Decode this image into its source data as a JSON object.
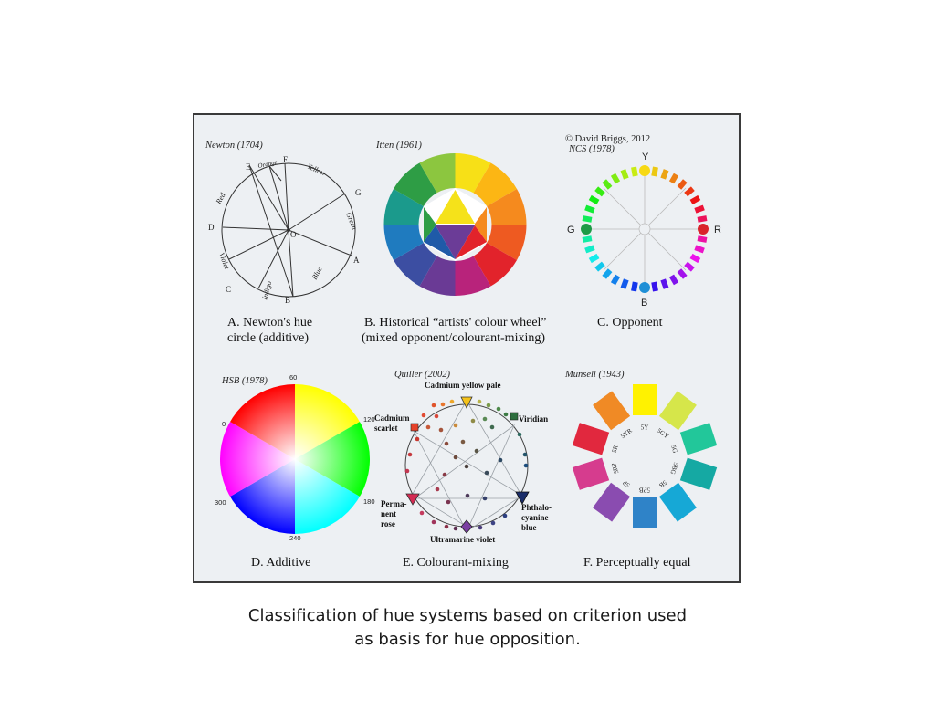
{
  "copyright": "© David Briggs, 2012",
  "panels": {
    "a": {
      "source": "Newton (1704)",
      "caption_line1": "A. Newton's hue",
      "caption_line2": "circle (additive)",
      "labels": {
        "D": "D",
        "E": "E",
        "F": "F",
        "G": "G",
        "A": "A",
        "B": "B",
        "C": "C",
        "O": "O",
        "red": "Red",
        "orange": "Orange",
        "yellow": "Yellow",
        "green": "Green",
        "blue": "Blue",
        "indigo": "Indigo",
        "violet": "Violet"
      }
    },
    "b": {
      "source": "Itten (1961)",
      "caption_line1": "B. Historical “artists' colour wheel”",
      "caption_line2": "(mixed opponent/colourant-mixing)"
    },
    "c": {
      "source": "NCS (1978)",
      "caption": "C. Opponent",
      "poles": {
        "top": "Y",
        "right": "R",
        "bottom": "B",
        "left": "G"
      }
    },
    "d": {
      "source": "HSB (1978)",
      "caption": "D. Additive",
      "angles": {
        "a0": "0",
        "a60": "60",
        "a120": "120",
        "a180": "180",
        "a240": "240",
        "a300": "300"
      }
    },
    "e": {
      "source": "Quiller (2002)",
      "caption": "E. Colourant-mixing",
      "pigments": {
        "cadmium_yellow": "Cadmium yellow pale",
        "viridian": "Viridian",
        "cadmium_scarlet_1": "Cadmium",
        "cadmium_scarlet_2": "scarlet",
        "permanent_rose_1": "Perma-",
        "permanent_rose_2": "nent",
        "permanent_rose_3": "rose",
        "phthalo_1": "Phthalo-",
        "phthalo_2": "cyanine",
        "phthalo_3": "blue",
        "ultramarine": "Ultramarine violet"
      }
    },
    "f": {
      "source": "Munsell (1943)",
      "caption": "F. Perceptually equal",
      "hues": {
        "5y": "5Y",
        "5gy": "5GY",
        "5g": "5G",
        "5bg": "5BG",
        "5b": "5B",
        "5pb": "5PB",
        "5p": "5P",
        "5rp": "5RP",
        "5r": "5R",
        "5yr": "5YR"
      }
    }
  },
  "caption": {
    "line1": "Classification of hue systems based on criterion used",
    "line2": "as basis for hue opposition."
  },
  "colors": {
    "frame_border": "#3a3a3a",
    "frame_background": "#edf0f3",
    "caption_text": "#1a1a1a"
  }
}
